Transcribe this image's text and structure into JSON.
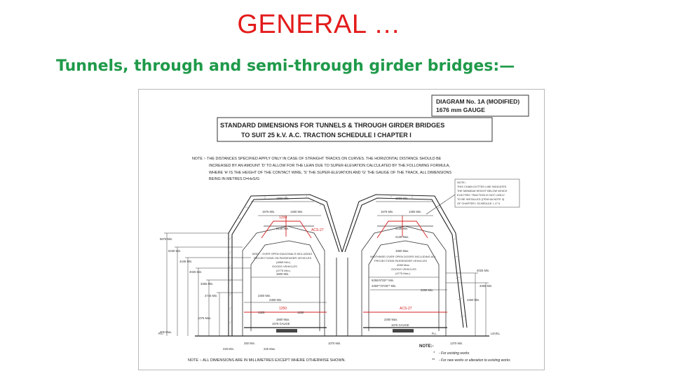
{
  "slide": {
    "title": "GENERAL …",
    "subtitle": "Tunnels, through and semi-through girder bridges:—"
  },
  "diagram": {
    "header_line1": "DIAGRAM No. 1A (MODIFIED)",
    "header_line2": "1676 mm GAUGE",
    "title_line1": "STANDARD DIMENSIONS FOR TUNNELS & THROUGH GIRDER BRIDGES",
    "title_line2": "TO SUIT 25 k.V. A.C. TRACTION SCHEDULE I CHAPTER I",
    "note_top": [
      "NOTE :- THE DISTANCES SPECIFIED APPLY ONLY IN CASE OF STRAIGHT TRACKS ON CURVES. THE HORIZONTAL DISTANCE SHOULD BE",
      "INCREASED BY AN AMOUNT 'D' TO ALLOW FOR THE LEAN DUE TO SUPER-ELEVATION CALCULATED BY THE FOLLOWING FORMULA,",
      "WHERE 'H' IS THE HEIGHT OF THE CONTACT WIRE, 'S' THE SUPER-ELEVATION AND 'G' THE GAUGE OF THE TRACK, ALL DIMENSIONS",
      "BEING IN METRES     D=HxS/G"
    ],
    "side_note": [
      "NOTE:-",
      "THIS CHAIN DOTTED LINE INDICATES",
      "THE MINIMUM HEIGHT BELOW WHICH",
      "ELECTRIC TRACTION IS NOT LIKELY",
      "TO BE INSTALLED (ITEM 6A NOTE 3)",
      "OF CHAPTER I SCHEDULE I, LT II"
    ],
    "dims_left": [
      "5875 Min.",
      "5430 Min.",
      "4445 Min.",
      "4025 Min.",
      "3355 Min.",
      "2745 Min.",
      "2300 Min.",
      "1075 Max.",
      "305 Max.",
      "1676 GAUGE",
      "250 Min.",
      "229 Min.",
      "225 Max."
    ],
    "dims_center": [
      "1800 Min.",
      "1575 Min.",
      "1450 Min.",
      "2135 Min.",
      "1325",
      "1250",
      "1600 Min.",
      "2359 Min.",
      "1660 Max.",
      "1070 Min."
    ],
    "dims_right": [
      "1800 Min.",
      "1575 Min.",
      "1350 Min.",
      "2135 Min.",
      "2135 Max.",
      "1660 Max.",
      "2260 Max.",
      "2250 Min.",
      "1676 GAUGE",
      "4025 Min.",
      "3355 Min.",
      "4450 Min.",
      "1370 Min.",
      "6250/4725** Min.",
      "4450**/4725** Min."
    ],
    "red_labels": [
      "1250",
      "ACS-27",
      "1250",
      "ACS-27"
    ],
    "labels_inner": [
      "MSD* - OVER OPEN DIAGONALS INCLUDING",
      "PROJECTIONS ON PASSENGER VEHICLES",
      "(4865 Min.)",
      "GOODS VEHICLES",
      "(4775 Min.)",
      "WIDTHMSD OVER OPEN DOORS INCLUDING ALL",
      "PROJECTIONS PASSENGER VEHICLES",
      "4065 Max.",
      "GOODS VEHICLES",
      "(4775 Max.)"
    ],
    "level_labels": [
      "R.L.",
      "R.L.",
      "LEVEL"
    ],
    "bottom_note": "NOTE :- ALL DIMENSIONS ARE IN MILLIMETRES EXCEPT WHERE OTHERWISE SHOWN.",
    "legend_title": "NOTE:-",
    "legend": [
      {
        "mark": "*",
        "text": "- For existing works"
      },
      {
        "mark": "**",
        "text": "- For new works or alteration to existing works"
      }
    ]
  }
}
